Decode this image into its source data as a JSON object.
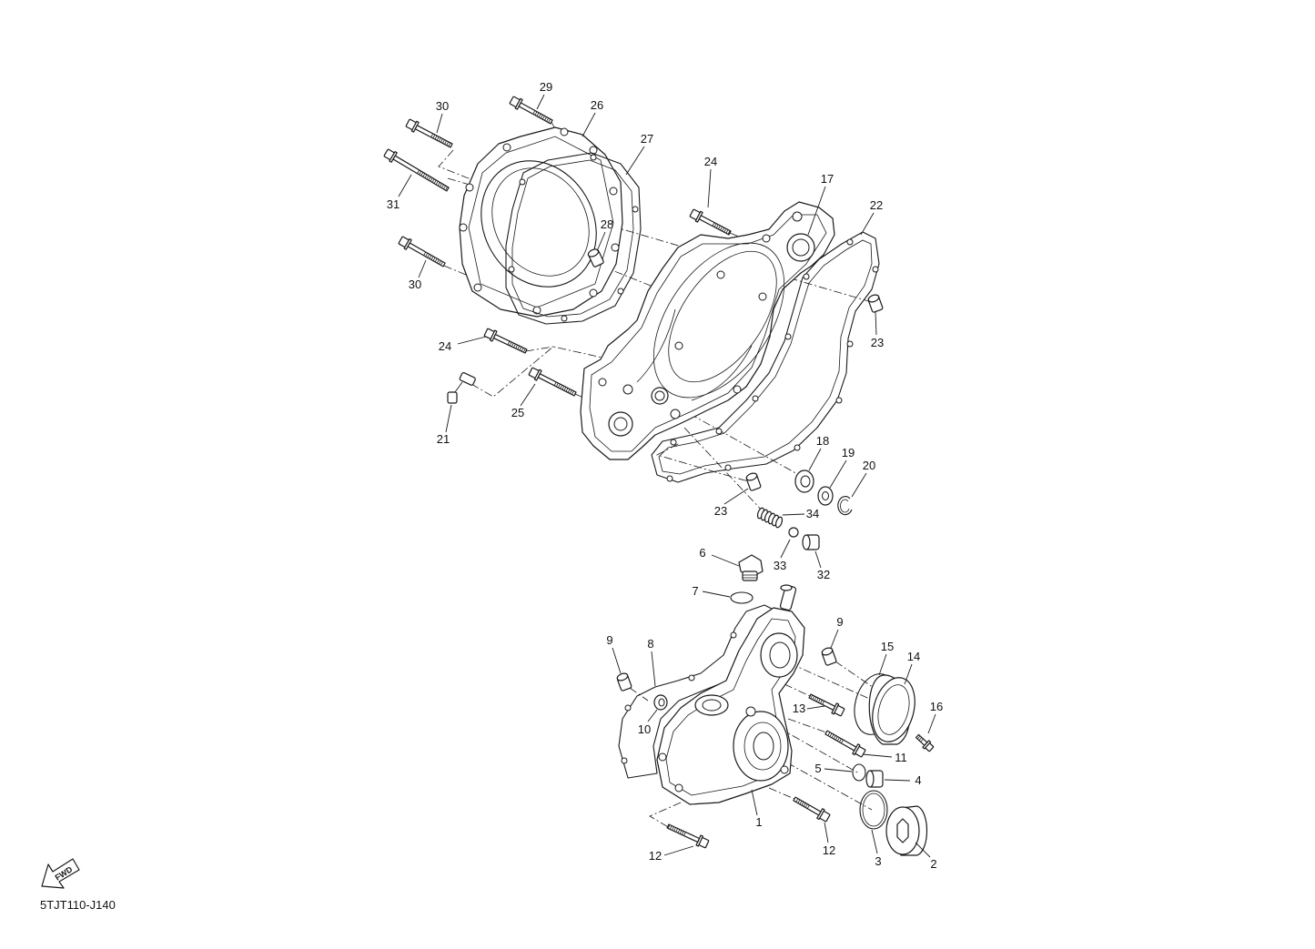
{
  "footer": {
    "code": "5TJT110-J140"
  },
  "fwd_arrow": {
    "label": "FWD",
    "icon": "forward-arrow-icon"
  },
  "callouts": [
    "29",
    "30",
    "26",
    "27",
    "31",
    "28",
    "30",
    "24",
    "17",
    "22",
    "23",
    "24",
    "25",
    "21",
    "18",
    "19",
    "20",
    "23",
    "34",
    "6",
    "33",
    "32",
    "7",
    "9",
    "9",
    "8",
    "15",
    "14",
    "16",
    "13",
    "10",
    "11",
    "5",
    "4",
    "1",
    "12",
    "12",
    "3",
    "2"
  ]
}
